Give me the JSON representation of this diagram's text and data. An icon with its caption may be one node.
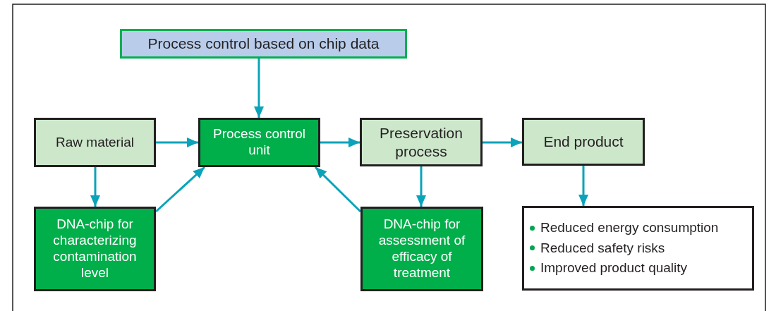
{
  "diagram": {
    "nodes": [
      {
        "text": [
          "Process control based on chip data"
        ]
      },
      {
        "text": [
          "Raw material"
        ]
      },
      {
        "text": [
          "Process control unit"
        ]
      },
      {
        "text": [
          "Preservation process"
        ]
      },
      {
        "text": [
          "End product"
        ]
      },
      {
        "text": [
          "DNA-chip for characterizing contamination level"
        ]
      },
      {
        "text": [
          "DNA-chip for assessment of efficacy of treatment"
        ]
      },
      {
        "text": [
          "Reduced energy consumption",
          "Reduced safety risks",
          "Improved product quality"
        ]
      }
    ],
    "edges": [
      {
        "from": 0,
        "to": 2,
        "arrow": "to"
      },
      {
        "from": 1,
        "to": 2,
        "arrow": "to"
      },
      {
        "from": 2,
        "to": 3,
        "arrow": "to"
      },
      {
        "from": 3,
        "to": 4,
        "arrow": "to"
      },
      {
        "from": 1,
        "to": 5,
        "arrow": "to"
      },
      {
        "from": 5,
        "to": 2,
        "arrow": "to"
      },
      {
        "from": 6,
        "to": 2,
        "arrow": "to"
      },
      {
        "from": 3,
        "to": 6,
        "arrow": "to"
      },
      {
        "from": 4,
        "to": 7,
        "arrow": "to"
      }
    ]
  }
}
